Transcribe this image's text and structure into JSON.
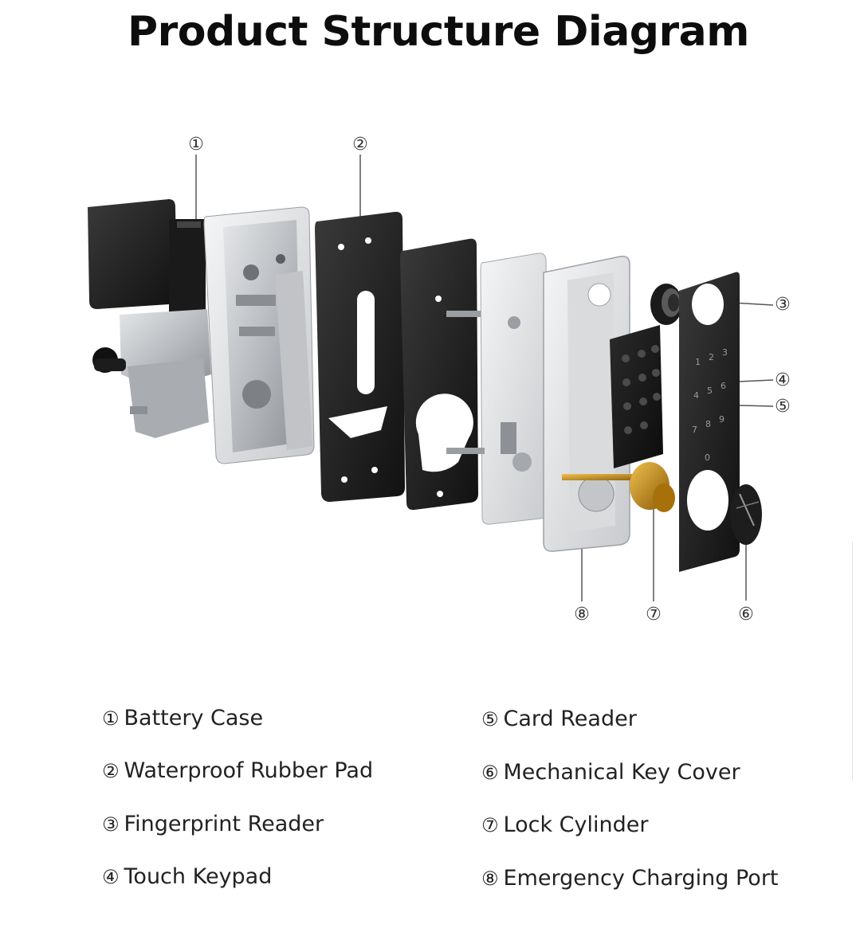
{
  "title": "Product Structure Diagram",
  "callouts": [
    {
      "num": "①"
    },
    {
      "num": "②"
    },
    {
      "num": "③"
    },
    {
      "num": "④"
    },
    {
      "num": "⑤"
    },
    {
      "num": "⑥"
    },
    {
      "num": "⑦"
    },
    {
      "num": "⑧"
    }
  ],
  "legend": [
    {
      "num": "①",
      "label": "Battery Case"
    },
    {
      "num": "②",
      "label": "Waterproof Rubber Pad"
    },
    {
      "num": "③",
      "label": "Fingerprint Reader"
    },
    {
      "num": "④",
      "label": "Touch Keypad"
    },
    {
      "num": "⑤",
      "label": "Card Reader"
    },
    {
      "num": "⑥",
      "label": "Mechanical Key Cover"
    },
    {
      "num": "⑦",
      "label": "Lock Cylinder"
    },
    {
      "num": "⑧",
      "label": "Emergency Charging Port"
    }
  ],
  "keypad": {
    "digits": [
      "1",
      "2",
      "3",
      "4",
      "5",
      "6",
      "7",
      "8",
      "9",
      "0"
    ]
  },
  "colors": {
    "dark_part": "#1e1e1e",
    "metal": "#c9cbce",
    "brass": "#c48a12",
    "leader_line": "#555555"
  }
}
